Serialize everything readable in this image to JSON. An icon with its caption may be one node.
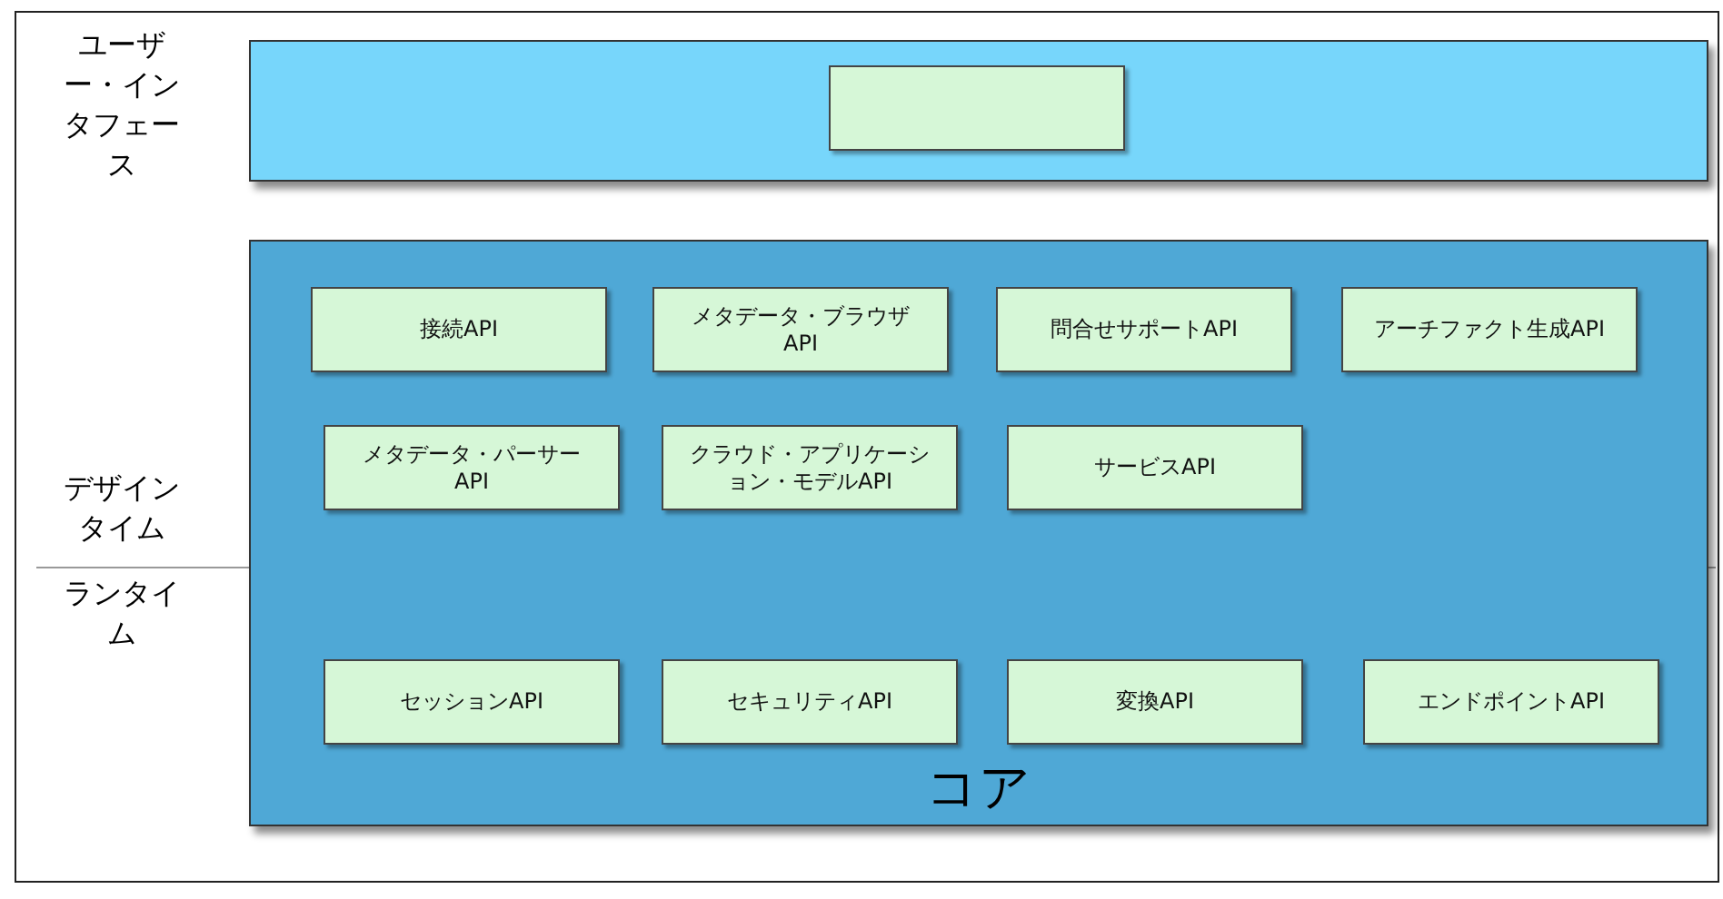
{
  "diagram": {
    "nodes": [
      {
        "text": [],
        "shape": "band"
      },
      {
        "text": [
          "コア"
        ]
      },
      {
        "text": [],
        "shape": "box",
        "in": 0
      },
      {
        "text": [
          "接続API"
        ],
        "in": 1
      },
      {
        "text": [
          "メタデータ・ブラウザAPI"
        ],
        "in": 1
      },
      {
        "text": [
          "問合せサポートAPI"
        ],
        "in": 1
      },
      {
        "text": [
          "アーチファクト生成API"
        ],
        "in": 1
      },
      {
        "text": [
          "メタデータ・パーサーAPI"
        ],
        "in": 1
      },
      {
        "text": [
          "クラウド・アプリケーション・モデルAPI"
        ],
        "in": 1
      },
      {
        "text": [
          "サービスAPI"
        ],
        "in": 1
      },
      {
        "text": [
          "セッションAPI"
        ],
        "in": 1
      },
      {
        "text": [
          "セキュリティAPI"
        ],
        "in": 1
      },
      {
        "text": [
          "変換API"
        ],
        "in": 1
      },
      {
        "text": [
          "エンドポイントAPI"
        ],
        "in": 1
      }
    ],
    "labels": [
      "ユーザー・インタフェース",
      "デザインタイム",
      "ランタイム"
    ]
  }
}
